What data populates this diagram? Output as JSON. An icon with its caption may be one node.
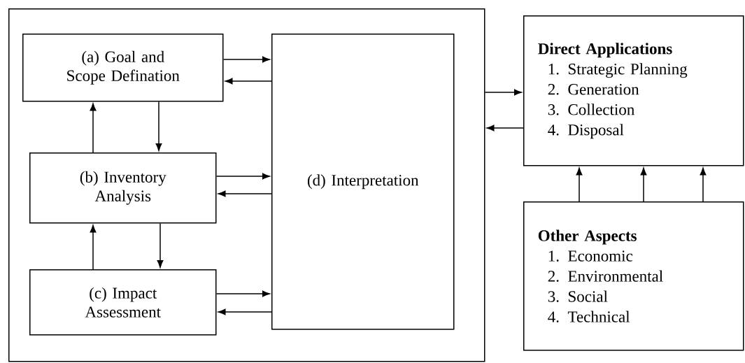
{
  "diagram": {
    "nodes": [
      {
        "text": [],
        "shape": "box"
      },
      {
        "text": [
          "(a) Goal and Scope Defination"
        ],
        "in": 0
      },
      {
        "text": [
          "(b) Inventory Analysis"
        ],
        "in": 0
      },
      {
        "text": [
          "(c) Impact Assessment"
        ],
        "in": 0
      },
      {
        "text": [
          "(d) Interpretation"
        ],
        "in": 0
      },
      {
        "text": [
          "Direct Applications",
          "1. Strategic Planning",
          "2. Generation",
          "3. Collection",
          "4. Disposal"
        ]
      },
      {
        "text": [
          "Other Aspects",
          "1. Economic",
          "2. Environmental",
          "3. Social",
          "4. Technical"
        ]
      }
    ],
    "edges": [
      {
        "from": 1,
        "to": 4,
        "arrow": "to"
      },
      {
        "from": 4,
        "to": 1,
        "arrow": "to"
      },
      {
        "from": 1,
        "to": 2,
        "arrow": "to"
      },
      {
        "from": 2,
        "to": 1,
        "arrow": "to"
      },
      {
        "from": 2,
        "to": 4,
        "arrow": "to"
      },
      {
        "from": 4,
        "to": 2,
        "arrow": "to"
      },
      {
        "from": 2,
        "to": 3,
        "arrow": "to"
      },
      {
        "from": 3,
        "to": 2,
        "arrow": "to"
      },
      {
        "from": 3,
        "to": 4,
        "arrow": "to"
      },
      {
        "from": 4,
        "to": 3,
        "arrow": "to"
      },
      {
        "from": 0,
        "to": 5,
        "arrow": "to"
      },
      {
        "from": 5,
        "to": 0,
        "arrow": "to"
      },
      {
        "from": 6,
        "to": 5,
        "arrow": "to"
      },
      {
        "from": 6,
        "to": 5,
        "arrow": "to"
      },
      {
        "from": 6,
        "to": 5,
        "arrow": "to"
      }
    ]
  }
}
